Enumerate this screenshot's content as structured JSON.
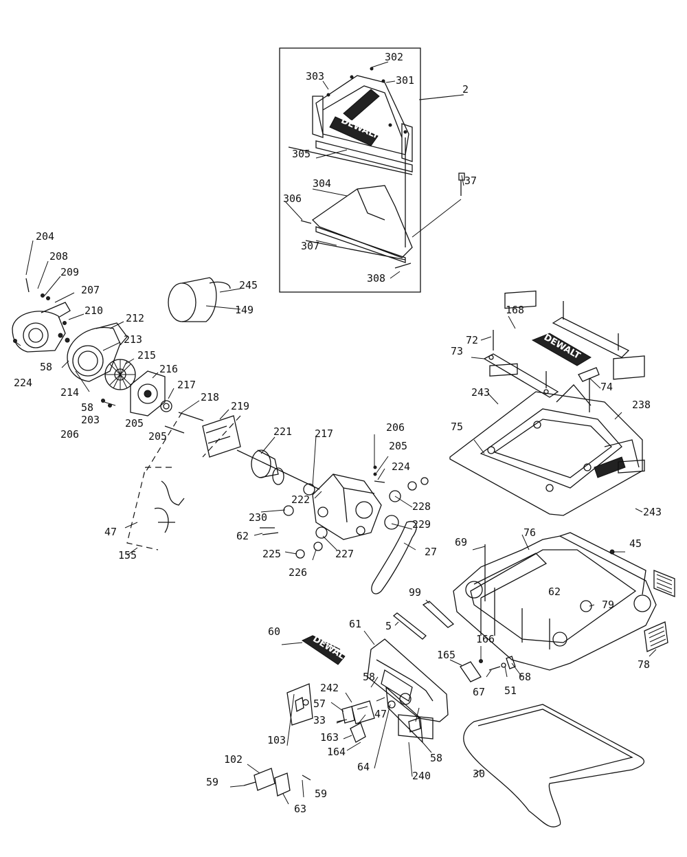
{
  "labels": [
    "2",
    "301",
    "302",
    "303",
    "304",
    "305",
    "306",
    "307",
    "308",
    "37",
    "204",
    "208",
    "209",
    "207",
    "210",
    "212",
    "213",
    "214",
    "215",
    "216",
    "217",
    "218",
    "219",
    "58",
    "203",
    "205",
    "206",
    "224",
    "245",
    "149",
    "221",
    "222",
    "230",
    "62",
    "225",
    "226",
    "227",
    "228",
    "229",
    "27",
    "47",
    "155",
    "168",
    "72",
    "73",
    "74",
    "75",
    "238",
    "243",
    "69",
    "76",
    "45",
    "79",
    "78",
    "99",
    "5",
    "60",
    "61",
    "165",
    "166",
    "67",
    "51",
    "68",
    "30",
    "242",
    "57",
    "33",
    "163",
    "164",
    "64",
    "240",
    "103",
    "102",
    "59",
    "63"
  ],
  "brand_text": "DEWALT"
}
